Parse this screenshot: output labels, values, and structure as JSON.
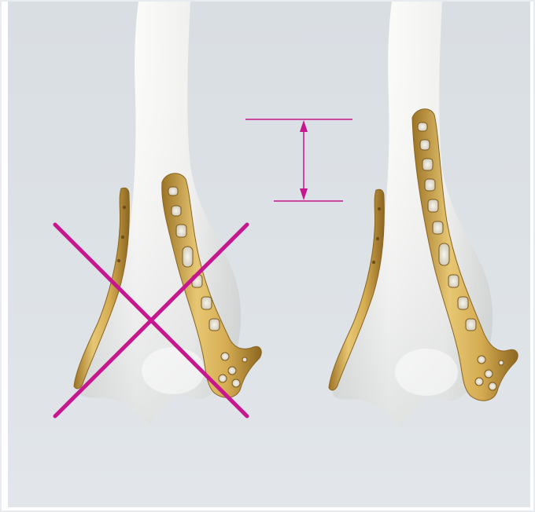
{
  "figure": {
    "left_scene": {
      "status": "incorrect",
      "marker": "x-mark"
    },
    "right_scene": {
      "status": "correct"
    },
    "measurement": {
      "marker": "double-arrow"
    },
    "colors": {
      "background": "#dce1e6",
      "bone": "#f4f4f2",
      "plate_gold": "#d8b25a",
      "plate_gold_dark": "#a97d2a",
      "marker_magenta": "#c8168f"
    }
  }
}
